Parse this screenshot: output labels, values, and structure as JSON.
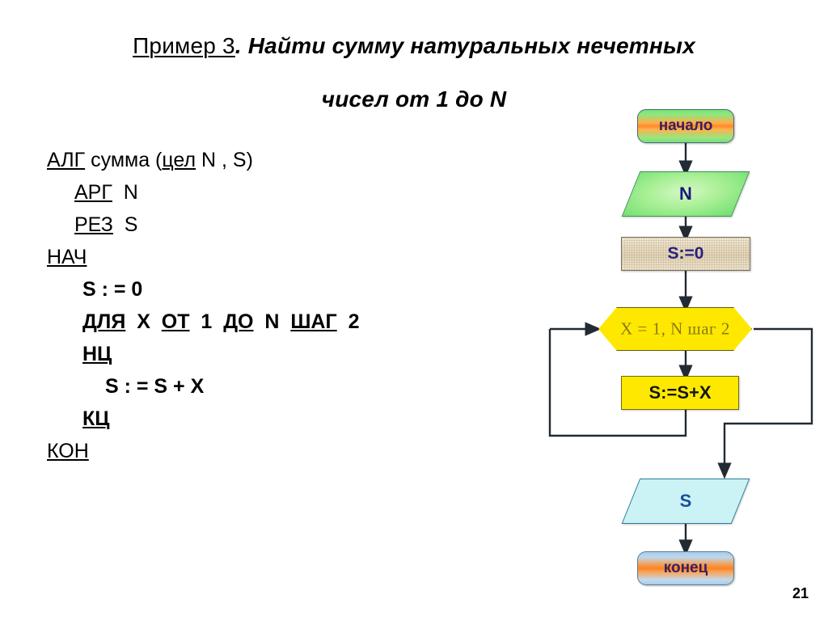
{
  "slide": {
    "page_number": "21"
  },
  "title": {
    "prefix": "Пример 3",
    "prefix_suffix": ". ",
    "line1_rest": "Найти сумму натуральных нечетных",
    "line2": "чисел от 1 до N"
  },
  "algorithm": {
    "lines": [
      {
        "kw": "АЛГ",
        "rest": " сумма (",
        "kw2": "цел",
        "rest2": " N , S)",
        "indent": 0,
        "bold": false
      },
      {
        "kw": "АРГ ",
        "rest": " N",
        "indent": 1,
        "bold": false
      },
      {
        "kw": "РЕЗ",
        "rest": "  S",
        "indent": 1,
        "bold": false
      },
      {
        "kw": "НАЧ",
        "rest": "",
        "indent": 0,
        "bold": false
      },
      {
        "kw": "",
        "rest": "S : = 0",
        "indent": 2,
        "bold": true
      },
      {
        "kw": "ДЛЯ",
        "rest": "  X  ",
        "kw2": "ОТ",
        "rest2": "  1  ",
        "kw3": "ДО",
        "rest3": "  N  ",
        "kw4": "ШАГ",
        "rest4": "  2",
        "indent": 2,
        "bold": true
      },
      {
        "kw": "НЦ",
        "rest": "",
        "indent": 2,
        "bold": true
      },
      {
        "kw": "",
        "rest": "S : = S + X",
        "indent": 3,
        "bold": true
      },
      {
        "kw": "КЦ",
        "rest": "",
        "indent": 2,
        "bold": true
      },
      {
        "kw": "КОН",
        "rest": "",
        "indent": 0,
        "bold": false
      }
    ],
    "l1_kw": "АЛГ",
    "l1_mid": " сумма (",
    "l1_kw2": "цел",
    "l1_end": " N , S)",
    "l2_kw": "АРГ",
    "l2_end": "  N",
    "l3_kw": "РЕЗ",
    "l3_end": "  S",
    "l4_kw": "НАЧ",
    "l5_text": "S : = 0",
    "l6_kw1": "ДЛЯ",
    "l6_v1": "  X  ",
    "l6_kw2": "ОТ",
    "l6_v2": "  1  ",
    "l6_kw3": "ДО",
    "l6_v3": "  N  ",
    "l6_kw4": "ШАГ",
    "l6_v4": "  2",
    "l7_kw": "НЦ",
    "l8_text": "S : = S + X",
    "l9_kw": "КЦ",
    "l10_kw": "КОН"
  },
  "flowchart": {
    "nodes": {
      "start": {
        "label": "начало",
        "shape": "terminator"
      },
      "input_n": {
        "label": "N",
        "shape": "parallelogram"
      },
      "init": {
        "label": "S:=0",
        "shape": "process"
      },
      "loop": {
        "label": "X = 1, N шаг 2",
        "shape": "hexagon"
      },
      "accum": {
        "label": "S:=S+X",
        "shape": "process"
      },
      "output_s": {
        "label": "S",
        "shape": "parallelogram"
      },
      "end": {
        "label": "конец",
        "shape": "terminator"
      }
    },
    "colors": {
      "loop_fill": "#ffe800",
      "accum_fill": "#ffe800",
      "input_fill": "#8ef07f",
      "output_fill": "#cbf2f5",
      "init_fill": "#e8dcc3",
      "connector": "#222a33"
    }
  }
}
